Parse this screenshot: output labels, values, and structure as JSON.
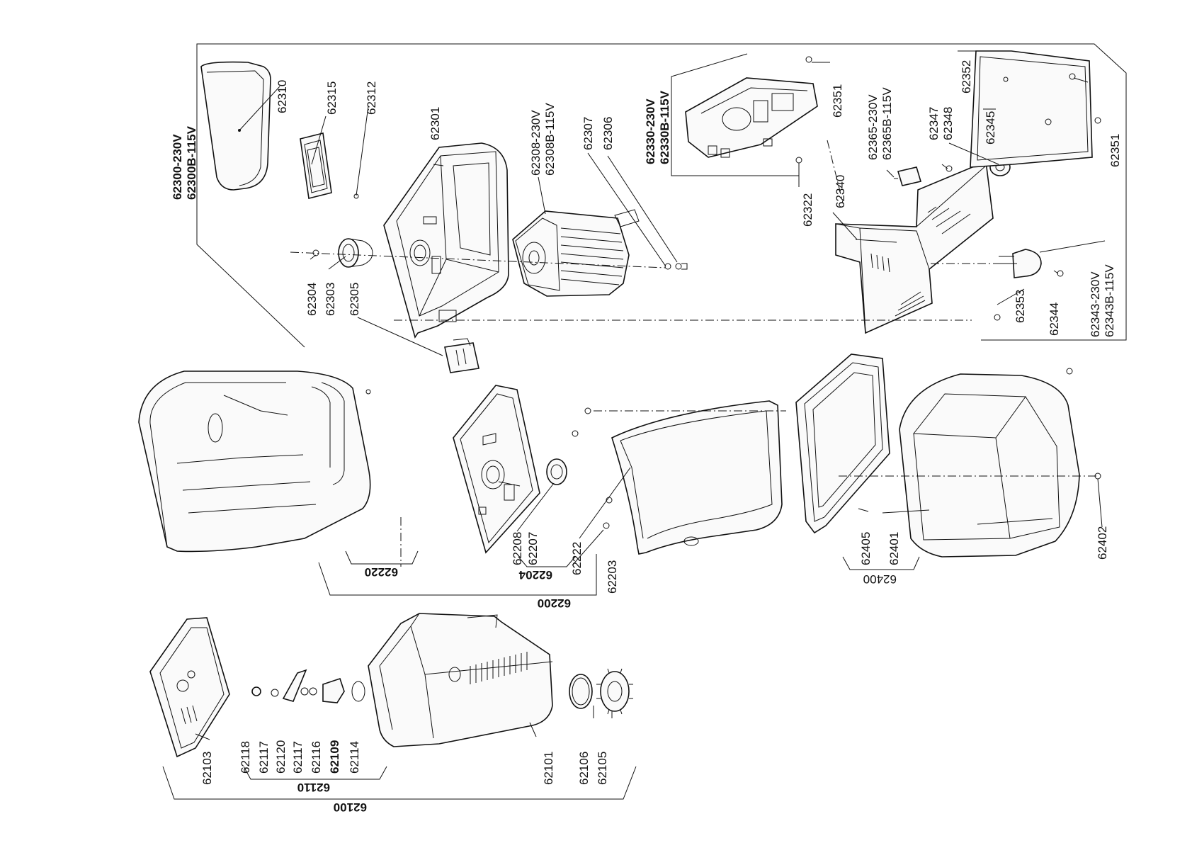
{
  "groups": {
    "g62300": [
      "62300-230V",
      "62300B-115V"
    ],
    "g62330": [
      "62330-230V",
      "62330B-115V"
    ],
    "g62100": "62100",
    "g62110": "62110",
    "g62200": "62200",
    "g62204": "62204",
    "g62220": "62220",
    "g62400": "62400"
  },
  "labels": {
    "p62310": "62310",
    "p62315": "62315",
    "p62312": "62312",
    "p62301": "62301",
    "p62308": [
      "62308-230V",
      "62308B-115V"
    ],
    "p62307": "62307",
    "p62306": "62306",
    "p62304": "62304",
    "p62303": "62303",
    "p62305": "62305",
    "p62351a": "62351",
    "p62322": "62322",
    "p62365": [
      "62365-230V",
      "62365B-115V"
    ],
    "p62347": "62347",
    "p62348": "62348",
    "p62352": "62352",
    "p62345": "62345",
    "p62351b": "62351",
    "p62340": "62340",
    "p62353": "62353",
    "p62344": "62344",
    "p62343": [
      "62343-230V",
      "62343B-115V"
    ],
    "p62208": "62208",
    "p62207": "62207",
    "p62222": "62222",
    "p62203": "62203",
    "p62405": "62405",
    "p62401": "62401",
    "p62402": "62402",
    "p62103": "62103",
    "p62118": "62118",
    "p62117a": "62117",
    "p62120": "62120",
    "p62117b": "62117",
    "p62116": "62116",
    "p62109": "62109",
    "p62114": "62114",
    "p62101": "62101",
    "p62106": "62106",
    "p62105": "62105"
  }
}
